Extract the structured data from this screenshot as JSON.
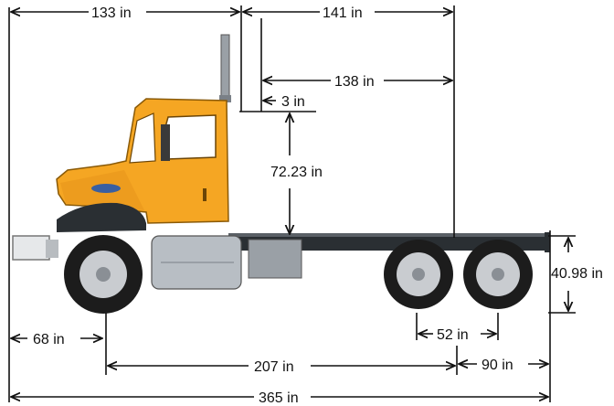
{
  "colors": {
    "cab": "#f5a623",
    "cab_shadow": "#d98a0c",
    "frame": "#2a2f33",
    "tire": "#1c1c1c",
    "rim": "#c9ccd0",
    "glass": "#ffffff",
    "lines": "#111111"
  },
  "dimensions": {
    "front_to_back_of_cab": "133 in",
    "back_of_cab_to_end": "141 in",
    "clear_frame_length": "138 in",
    "cab_clearance": "3 in",
    "frame_to_cab_top": "72.23 in",
    "frame_height": "40.98 in",
    "front_overhang": "68 in",
    "tandem_spread": "52 in",
    "wheelbase": "207 in",
    "rear_overhang": "90 in",
    "overall_length": "365 in"
  }
}
